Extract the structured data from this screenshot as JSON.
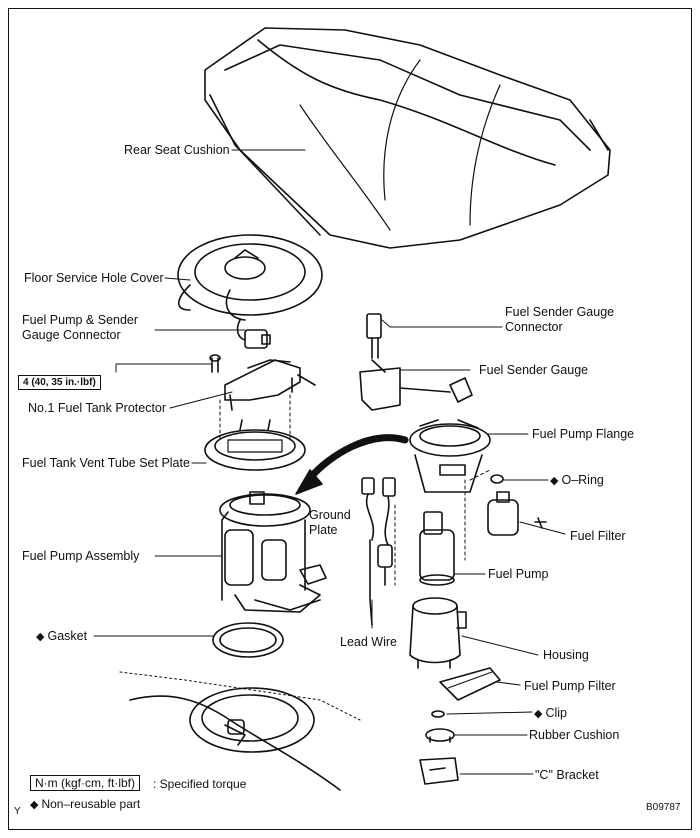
{
  "labels": {
    "rear_seat_cushion": "Rear Seat Cushion",
    "floor_service_hole_cover": "Floor Service Hole Cover",
    "fuel_pump_sender_connector_line1": "Fuel Pump & Sender",
    "fuel_pump_sender_connector_line2": "Gauge Connector",
    "torque_value": "4 (40, 35 in.·lbf)",
    "no1_fuel_tank_protector": "No.1 Fuel Tank Protector",
    "fuel_tank_vent_tube_set_plate": "Fuel Tank Vent Tube Set Plate",
    "fuel_pump_assembly": "Fuel Pump Assembly",
    "gasket": "Gasket",
    "fuel_sender_gauge_connector_line1": "Fuel Sender Gauge",
    "fuel_sender_gauge_connector_line2": "Connector",
    "fuel_sender_gauge": "Fuel Sender Gauge",
    "fuel_pump_flange": "Fuel Pump Flange",
    "o_ring": "O–Ring",
    "ground_plate_line1": "Ground",
    "ground_plate_line2": "Plate",
    "fuel_filter": "Fuel Filter",
    "fuel_pump": "Fuel Pump",
    "lead_wire": "Lead Wire",
    "housing": "Housing",
    "fuel_pump_filter": "Fuel Pump Filter",
    "clip": "Clip",
    "rubber_cushion": "Rubber Cushion",
    "c_bracket": "\"C\" Bracket"
  },
  "legend": {
    "torque_unit": "N·m (kgf·cm, ft·lbf)",
    "torque_desc": ": Specified torque",
    "non_reusable": "Non–reusable part",
    "diamond_symbol": "◆"
  },
  "corner": {
    "left_mark": "Y",
    "figure_code": "B09787"
  }
}
